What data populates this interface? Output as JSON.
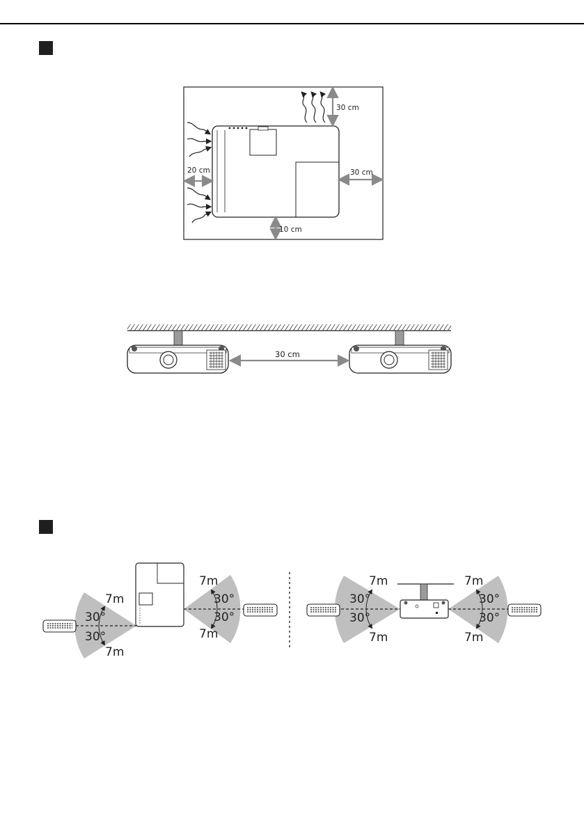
{
  "clearance": {
    "top": "30 cm",
    "left": "20 cm",
    "right": "30 cm",
    "bottom": "10 cm"
  },
  "ceiling": {
    "gap": "30 cm"
  },
  "remote_range": {
    "left_panel": {
      "distance": "7m",
      "angle": "30°"
    },
    "right_panel": {
      "distance": "7m",
      "angle": "30°"
    }
  },
  "colors": {
    "ink": "#222222",
    "arrow_gray": "#8a8a8a",
    "cone_gray": "#bfbfbf"
  }
}
